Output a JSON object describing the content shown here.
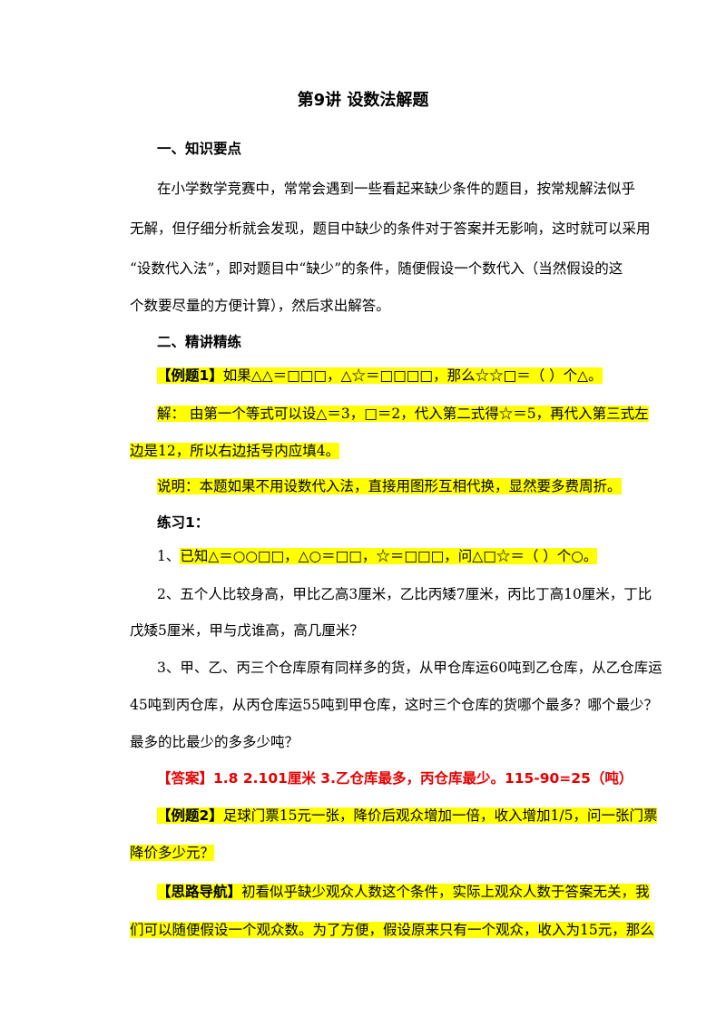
{
  "title": "第9讲  设数法解题",
  "section1": {
    "heading": "一、知识要点",
    "lines": [
      "在小学数学竞赛中，常常会遇到一些看起来缺少条件的题目，按常规解法似乎",
      "无解，但仔细分析就会发现，题目中缺少的条件对于答案并无影响，这时就可以采用",
      "“设数代入法”，即对题目中“缺少”的条件，随便假设一个数代入（当然假设的这",
      "个数要尽量的方便计算），然后求出解答。"
    ]
  },
  "section2": {
    "heading": "二、精讲精练",
    "example1": {
      "label": "【例题1】",
      "question": "如果△△＝□□□，△☆＝□□□□，那么☆☆□＝（    ）个△。",
      "solution_line1": "解：  由第一个等式可以设△＝3，□＝2，代入第二式得☆＝5，再代入第三式左",
      "solution_line2": "边是12，所以右边括号内应填4。",
      "note": "说明：本题如果不用设数代入法，直接用图形互相代换，显然要多费周折。"
    },
    "practice": {
      "heading": "练习1：",
      "item1_prefix": "1、",
      "item1_text": "已知△＝○○□□，△○＝□□，☆＝□□□，问△□☆＝（    ）个○。",
      "item2_line1": "2、五个人比较身高，甲比乙高3厘米，乙比丙矮7厘米，丙比丁高10厘米，丁比",
      "item2_line2": "戊矮5厘米，甲与戊谁高，高几厘米？",
      "item3_line1": "3、甲、乙、丙三个仓库原有同样多的货，从甲仓库运60吨到乙仓库，从乙仓库运",
      "item3_line2": "45吨到丙仓库，从丙仓库运55吨到甲仓库，这时三个仓库的货哪个最多？哪个最少？",
      "item3_line3": "最多的比最少的多多少吨？"
    },
    "answer": "【答案】1.8   2.101厘米   3.乙仓库最多，丙仓库最少。115-90=25（吨）",
    "example2": {
      "label": "【例题2】",
      "question_line1": "足球门票15元一张，降价后观众增加一倍，收入增加1/5，问一张门票",
      "question_line2": "降价多少元？",
      "hint_label": "【思路导航】",
      "hint_line1": "初看似乎缺少观众人数这个条件，实际上观众人数于答案无关，我",
      "hint_line2": "们可以随便假设一个观众数。为了方便，假设原来只有一个观众，收入为15元，那么"
    }
  }
}
